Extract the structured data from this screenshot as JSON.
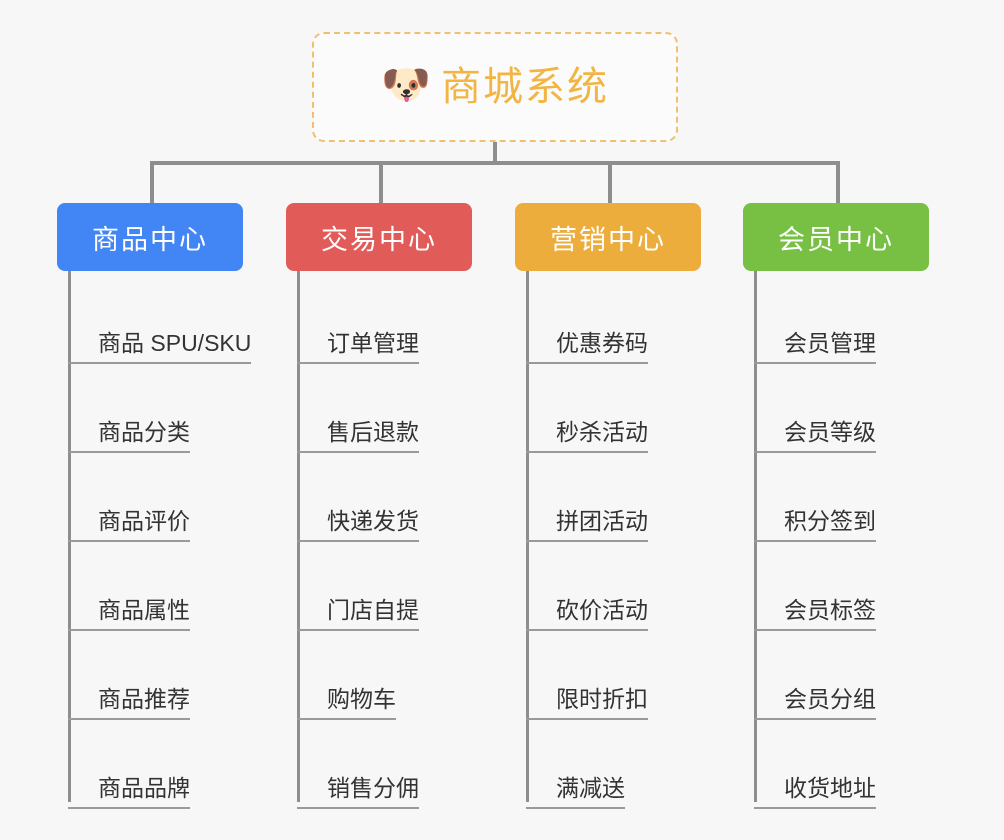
{
  "root": {
    "icon": "shiba-dog-face-emoji",
    "emoji": "🐶",
    "title": "商城系统",
    "text_color": "#f2b544",
    "border_color": "#f0c070"
  },
  "connector_color": "#8e8e8e",
  "background_color": "#f7f7f7",
  "columns": [
    {
      "id": "product-center",
      "title": "商品中心",
      "color": "#4285f4",
      "items": [
        "商品 SPU/SKU",
        "商品分类",
        "商品评价",
        "商品属性",
        "商品推荐",
        "商品品牌"
      ]
    },
    {
      "id": "trade-center",
      "title": "交易中心",
      "color": "#e15b58",
      "items": [
        "订单管理",
        "售后退款",
        "快递发货",
        "门店自提",
        "购物车",
        "销售分佣"
      ]
    },
    {
      "id": "marketing-center",
      "title": "营销中心",
      "color": "#edad3d",
      "items": [
        "优惠券码",
        "秒杀活动",
        "拼团活动",
        "砍价活动",
        "限时折扣",
        "满减送"
      ]
    },
    {
      "id": "member-center",
      "title": "会员中心",
      "color": "#77c043",
      "items": [
        "会员管理",
        "会员等级",
        "积分签到",
        "会员标签",
        "会员分组",
        "收货地址"
      ]
    }
  ]
}
